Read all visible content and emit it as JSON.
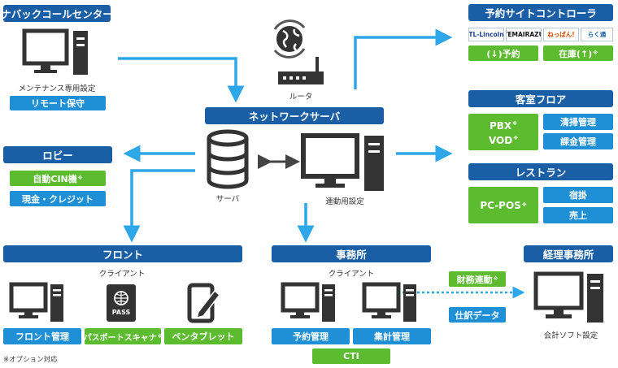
{
  "navic": {
    "title": "ナバックコールセンター",
    "caption": "メンテナンス専用設定",
    "button": "リモート保守"
  },
  "router": {
    "caption": "ルータ"
  },
  "network_server": {
    "title": "ネットワークサーバ",
    "server_caption": "サーバ",
    "link_caption": "連動用設定"
  },
  "booking": {
    "title": "予約サイトコントローラ",
    "logos": [
      "TL-Lincoln",
      "TEMAIRAZU",
      "ねっぱん!",
      "らく通"
    ],
    "reserve_label": "(↓)予約",
    "stock_label": "在庫(↑)",
    "stock_mark": "※"
  },
  "guestroom": {
    "title": "客室フロア",
    "pbx": "PBX",
    "vod": "VOD",
    "mark": "※",
    "cleaning": "清掃管理",
    "billing": "課金管理"
  },
  "restaurant": {
    "title": "レストラン",
    "pcpos": "PC-POS",
    "mark": "※",
    "lodging": "宿掛",
    "sales": "売上"
  },
  "lobby": {
    "title": "ロビー",
    "checkin": "自動CIN機",
    "checkin_mark": "※",
    "payment": "現金・クレジット"
  },
  "front": {
    "title": "フロント",
    "client_caption": "クライアント",
    "pass_text": "PASS",
    "front_mgmt": "フロント管理",
    "passport": "パスポートスキャナ",
    "passport_mark": "※",
    "pen": "ペンタブレット"
  },
  "office": {
    "title": "事務所",
    "client_caption": "クライアント",
    "reservation_mgmt": "予約管理",
    "aggregate_mgmt": "集計管理",
    "cti": "CTI"
  },
  "accounting": {
    "title": "経理事務所",
    "finance": "財務連動",
    "finance_mark": "※",
    "journal": "仕訳データ",
    "caption": "会計ソフト設定"
  },
  "footnote": "※オプション対応",
  "colors": {
    "header": "#1a5fa6",
    "label": "#1f8fd6",
    "green": "#5dbb2f",
    "arrow": "#2ea7e8",
    "device": "#333333"
  }
}
